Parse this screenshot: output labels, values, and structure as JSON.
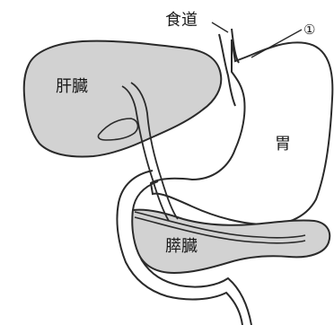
{
  "diagram": {
    "labels": {
      "liver": "肝臓",
      "esophagus": "食道",
      "stomach": "胃",
      "pancreas": "膵臓",
      "marker": "①"
    },
    "colors": {
      "organ_fill": "#d2d2d2",
      "outline": "#2a2a2a",
      "background": "#ffffff"
    }
  }
}
